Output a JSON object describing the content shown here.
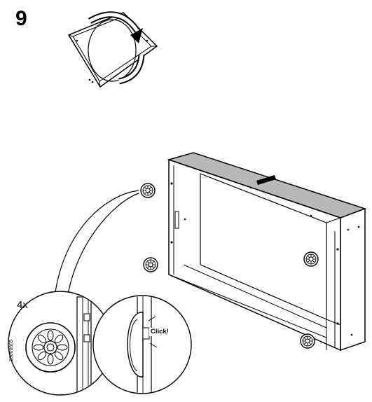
{
  "step": {
    "number": "9"
  },
  "detail_left": {
    "quantity": "4x",
    "part_code": "10000665"
  },
  "detail_right": {
    "click_text": "Click!"
  },
  "icons": {
    "flip": "rotate-drawer-icon",
    "part": "glide-foot-part-icon",
    "callout": "callout-circle-icon"
  },
  "colors": {
    "ink": "#000000",
    "lid": "#b8b8b8",
    "paper": "#ffffff"
  }
}
